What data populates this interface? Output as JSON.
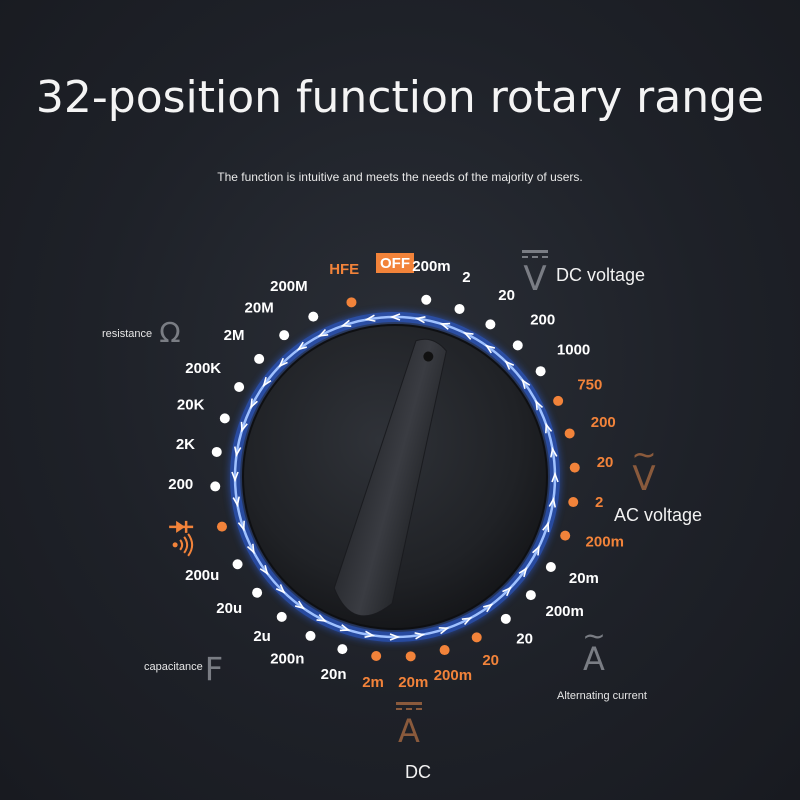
{
  "title": "32-position function rotary range",
  "subtitle": "The function is intuitive and meets the needs of the majority of users.",
  "off_label": "OFF",
  "colors": {
    "orange": "#f2833a",
    "white": "#ffffff",
    "ring": "#3a7bff",
    "muted": "#7a7d84",
    "brown": "#8a5a3c"
  },
  "groups": {
    "dc_voltage": "DC voltage",
    "ac_voltage": "AC voltage",
    "alternating_current": "Alternating current",
    "dc": "DC",
    "resistance": "resistance",
    "capacitance": "capacitance"
  },
  "symbols": {
    "volt": "V",
    "amp": "A",
    "ohm": "Ω",
    "farad": "F",
    "tilde": "~",
    "diode": "diode-icon",
    "buzzer": "buzzer-icon"
  },
  "positions": [
    {
      "label": "OFF",
      "color": "orange",
      "deg": 90
    },
    {
      "label": "200m",
      "color": "white",
      "deg": 80
    },
    {
      "label": "2",
      "color": "white",
      "deg": 69
    },
    {
      "label": "20",
      "color": "white",
      "deg": 58
    },
    {
      "label": "200",
      "color": "white",
      "deg": 47
    },
    {
      "label": "1000",
      "color": "white",
      "deg": 36
    },
    {
      "label": "750",
      "color": "orange",
      "deg": 25
    },
    {
      "label": "200",
      "color": "orange",
      "deg": 14
    },
    {
      "label": "20",
      "color": "orange",
      "deg": 3
    },
    {
      "label": "2",
      "color": "orange",
      "deg": -8
    },
    {
      "label": "200m",
      "color": "orange",
      "deg": -19
    },
    {
      "label": "20m",
      "color": "white",
      "deg": -30
    },
    {
      "label": "200m",
      "color": "white",
      "deg": -41
    },
    {
      "label": "20",
      "color": "white",
      "deg": -52
    },
    {
      "label": "20",
      "color": "orange",
      "deg": -63
    },
    {
      "label": "200m",
      "color": "orange",
      "deg": -74
    },
    {
      "label": "20m",
      "color": "orange",
      "deg": -85
    },
    {
      "label": "2m",
      "color": "orange",
      "deg": -96
    },
    {
      "label": "20n",
      "color": "white",
      "deg": -107
    },
    {
      "label": "200n",
      "color": "white",
      "deg": -118
    },
    {
      "label": "2u",
      "color": "white",
      "deg": -129
    },
    {
      "label": "20u",
      "color": "white",
      "deg": -140
    },
    {
      "label": "200u",
      "color": "white",
      "deg": -151
    },
    {
      "label": "",
      "color": "orange",
      "deg": -164,
      "icon": true
    },
    {
      "label": "200",
      "color": "white",
      "deg": -177
    },
    {
      "label": "2K",
      "color": "white",
      "deg": 172
    },
    {
      "label": "20K",
      "color": "white",
      "deg": 161
    },
    {
      "label": "200K",
      "color": "white",
      "deg": 150
    },
    {
      "label": "2M",
      "color": "white",
      "deg": 139
    },
    {
      "label": "20M",
      "color": "white",
      "deg": 128
    },
    {
      "label": "200M",
      "color": "white",
      "deg": 117
    },
    {
      "label": "HFE",
      "color": "orange",
      "deg": 104
    }
  ]
}
